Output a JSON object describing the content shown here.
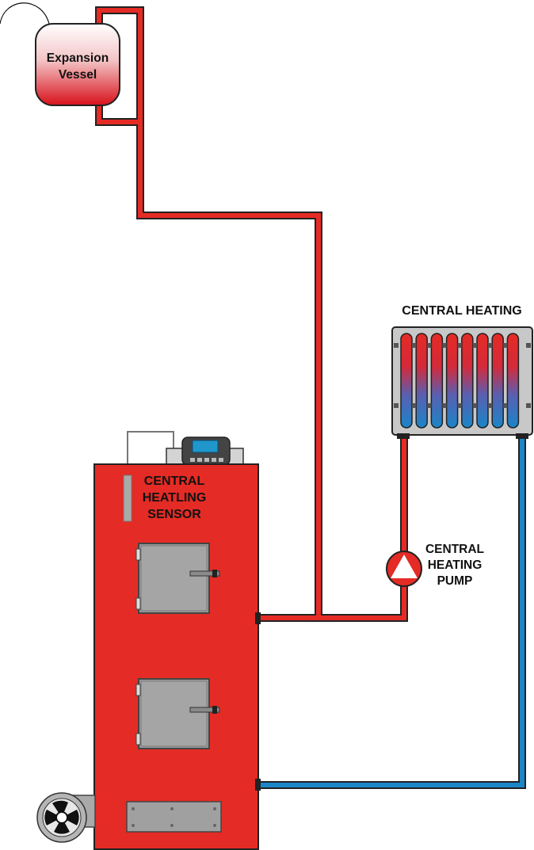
{
  "colors": {
    "hot_pipe": "#e52b25",
    "cold_pipe": "#1a86c8",
    "boiler": "#e52b25",
    "door": "#9a9a9a",
    "radiator_frame": "#c8c8c8",
    "outline": "#222222"
  },
  "labels": {
    "expansion_vessel_line1": "Expansion",
    "expansion_vessel_line2": "Vessel",
    "radiator": "CENTRAL HEATING",
    "sensor_line1": "CENTRAL",
    "sensor_line2": "HEATLING",
    "sensor_line3": "SENSOR",
    "pump_line1": "CENTRAL",
    "pump_line2": "HEATING",
    "pump_line3": "PUMP"
  },
  "icons": {
    "pump": "pump-triangle-icon",
    "fan": "fan-icon",
    "controller": "controller-display-icon"
  }
}
